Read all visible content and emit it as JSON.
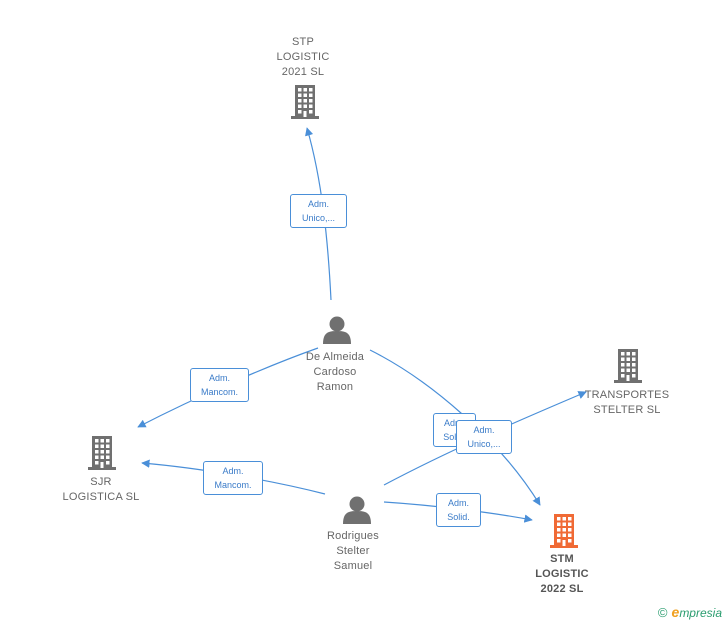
{
  "nodes": [
    {
      "id": "stp",
      "type": "company",
      "lines": [
        "STP",
        "LOGISTIC",
        "2021  SL"
      ],
      "highlight": false
    },
    {
      "id": "almeida",
      "type": "person",
      "lines": [
        "De Almeida",
        "Cardoso",
        "Ramon"
      ],
      "highlight": false
    },
    {
      "id": "transportes",
      "type": "company",
      "lines": [
        "TRANSPORTES",
        "STELTER  SL"
      ],
      "highlight": false
    },
    {
      "id": "sjr",
      "type": "company",
      "lines": [
        "SJR",
        "LOGISTICA  SL"
      ],
      "highlight": false
    },
    {
      "id": "rodrigues",
      "type": "person",
      "lines": [
        "Rodrigues",
        "Stelter",
        "Samuel"
      ],
      "highlight": false
    },
    {
      "id": "stm",
      "type": "company",
      "lines": [
        "STM",
        "LOGISTIC",
        "2022  SL"
      ],
      "highlight": true
    }
  ],
  "edges": [
    {
      "id": "e1",
      "from": "almeida",
      "to": "stp",
      "label": [
        "Adm.",
        "Unico,..."
      ]
    },
    {
      "id": "e2",
      "from": "almeida",
      "to": "sjr",
      "label": [
        "Adm.",
        "Mancom."
      ]
    },
    {
      "id": "e3",
      "from": "almeida",
      "to": "stm",
      "label": [
        "Adm.",
        "Solid."
      ]
    },
    {
      "id": "e4",
      "from": "rodrigues",
      "to": "sjr",
      "label": [
        "Adm.",
        "Mancom."
      ]
    },
    {
      "id": "e5",
      "from": "rodrigues",
      "to": "transportes",
      "label": [
        "Adm.",
        "Unico,..."
      ]
    },
    {
      "id": "e6",
      "from": "rodrigues",
      "to": "stm",
      "label": [
        "Adm.",
        "Solid."
      ]
    }
  ],
  "colors": {
    "edge": "#4a8fd8",
    "company": "#707070",
    "person": "#707070",
    "highlight": "#f06a35"
  },
  "watermark": {
    "symbol": "©",
    "brand_initial": "e",
    "brand_rest": "mpresia"
  }
}
